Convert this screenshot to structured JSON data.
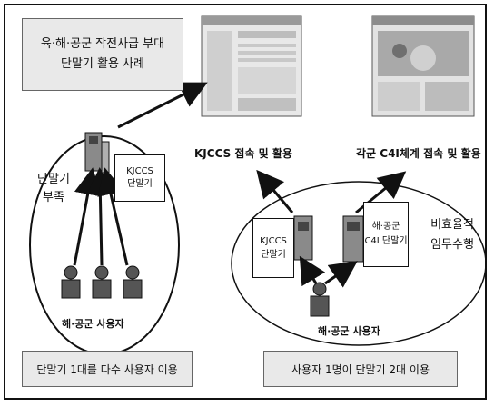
{
  "title_box": {
    "line1": "육·해·공군 작전사급 부대",
    "line2": "단말기 활용 사례"
  },
  "left_case": {
    "terminal_label_line1": "KJCCS",
    "terminal_label_line2": "단말기",
    "shortage_line1": "단말기",
    "shortage_line2": "부족",
    "users_label": "해·공군 사용자",
    "caption": "단말기 1대를 다수 사용자 이용"
  },
  "right_case": {
    "kjccs_line1": "KJCCS",
    "kjccs_line2": "단말기",
    "c4i_line1": "해·공군",
    "c4i_line2": "C4I 단말기",
    "inefficient_line1": "비효율적",
    "inefficient_line2": "임무수행",
    "users_label": "해·공군 사용자",
    "caption": "사용자 1명이 단말기 2대 이용"
  },
  "screens": {
    "kjccs_caption": "KJCCS 접속 및 활용",
    "c4i_caption": "각군 C4I체계 접속 및 활용"
  }
}
